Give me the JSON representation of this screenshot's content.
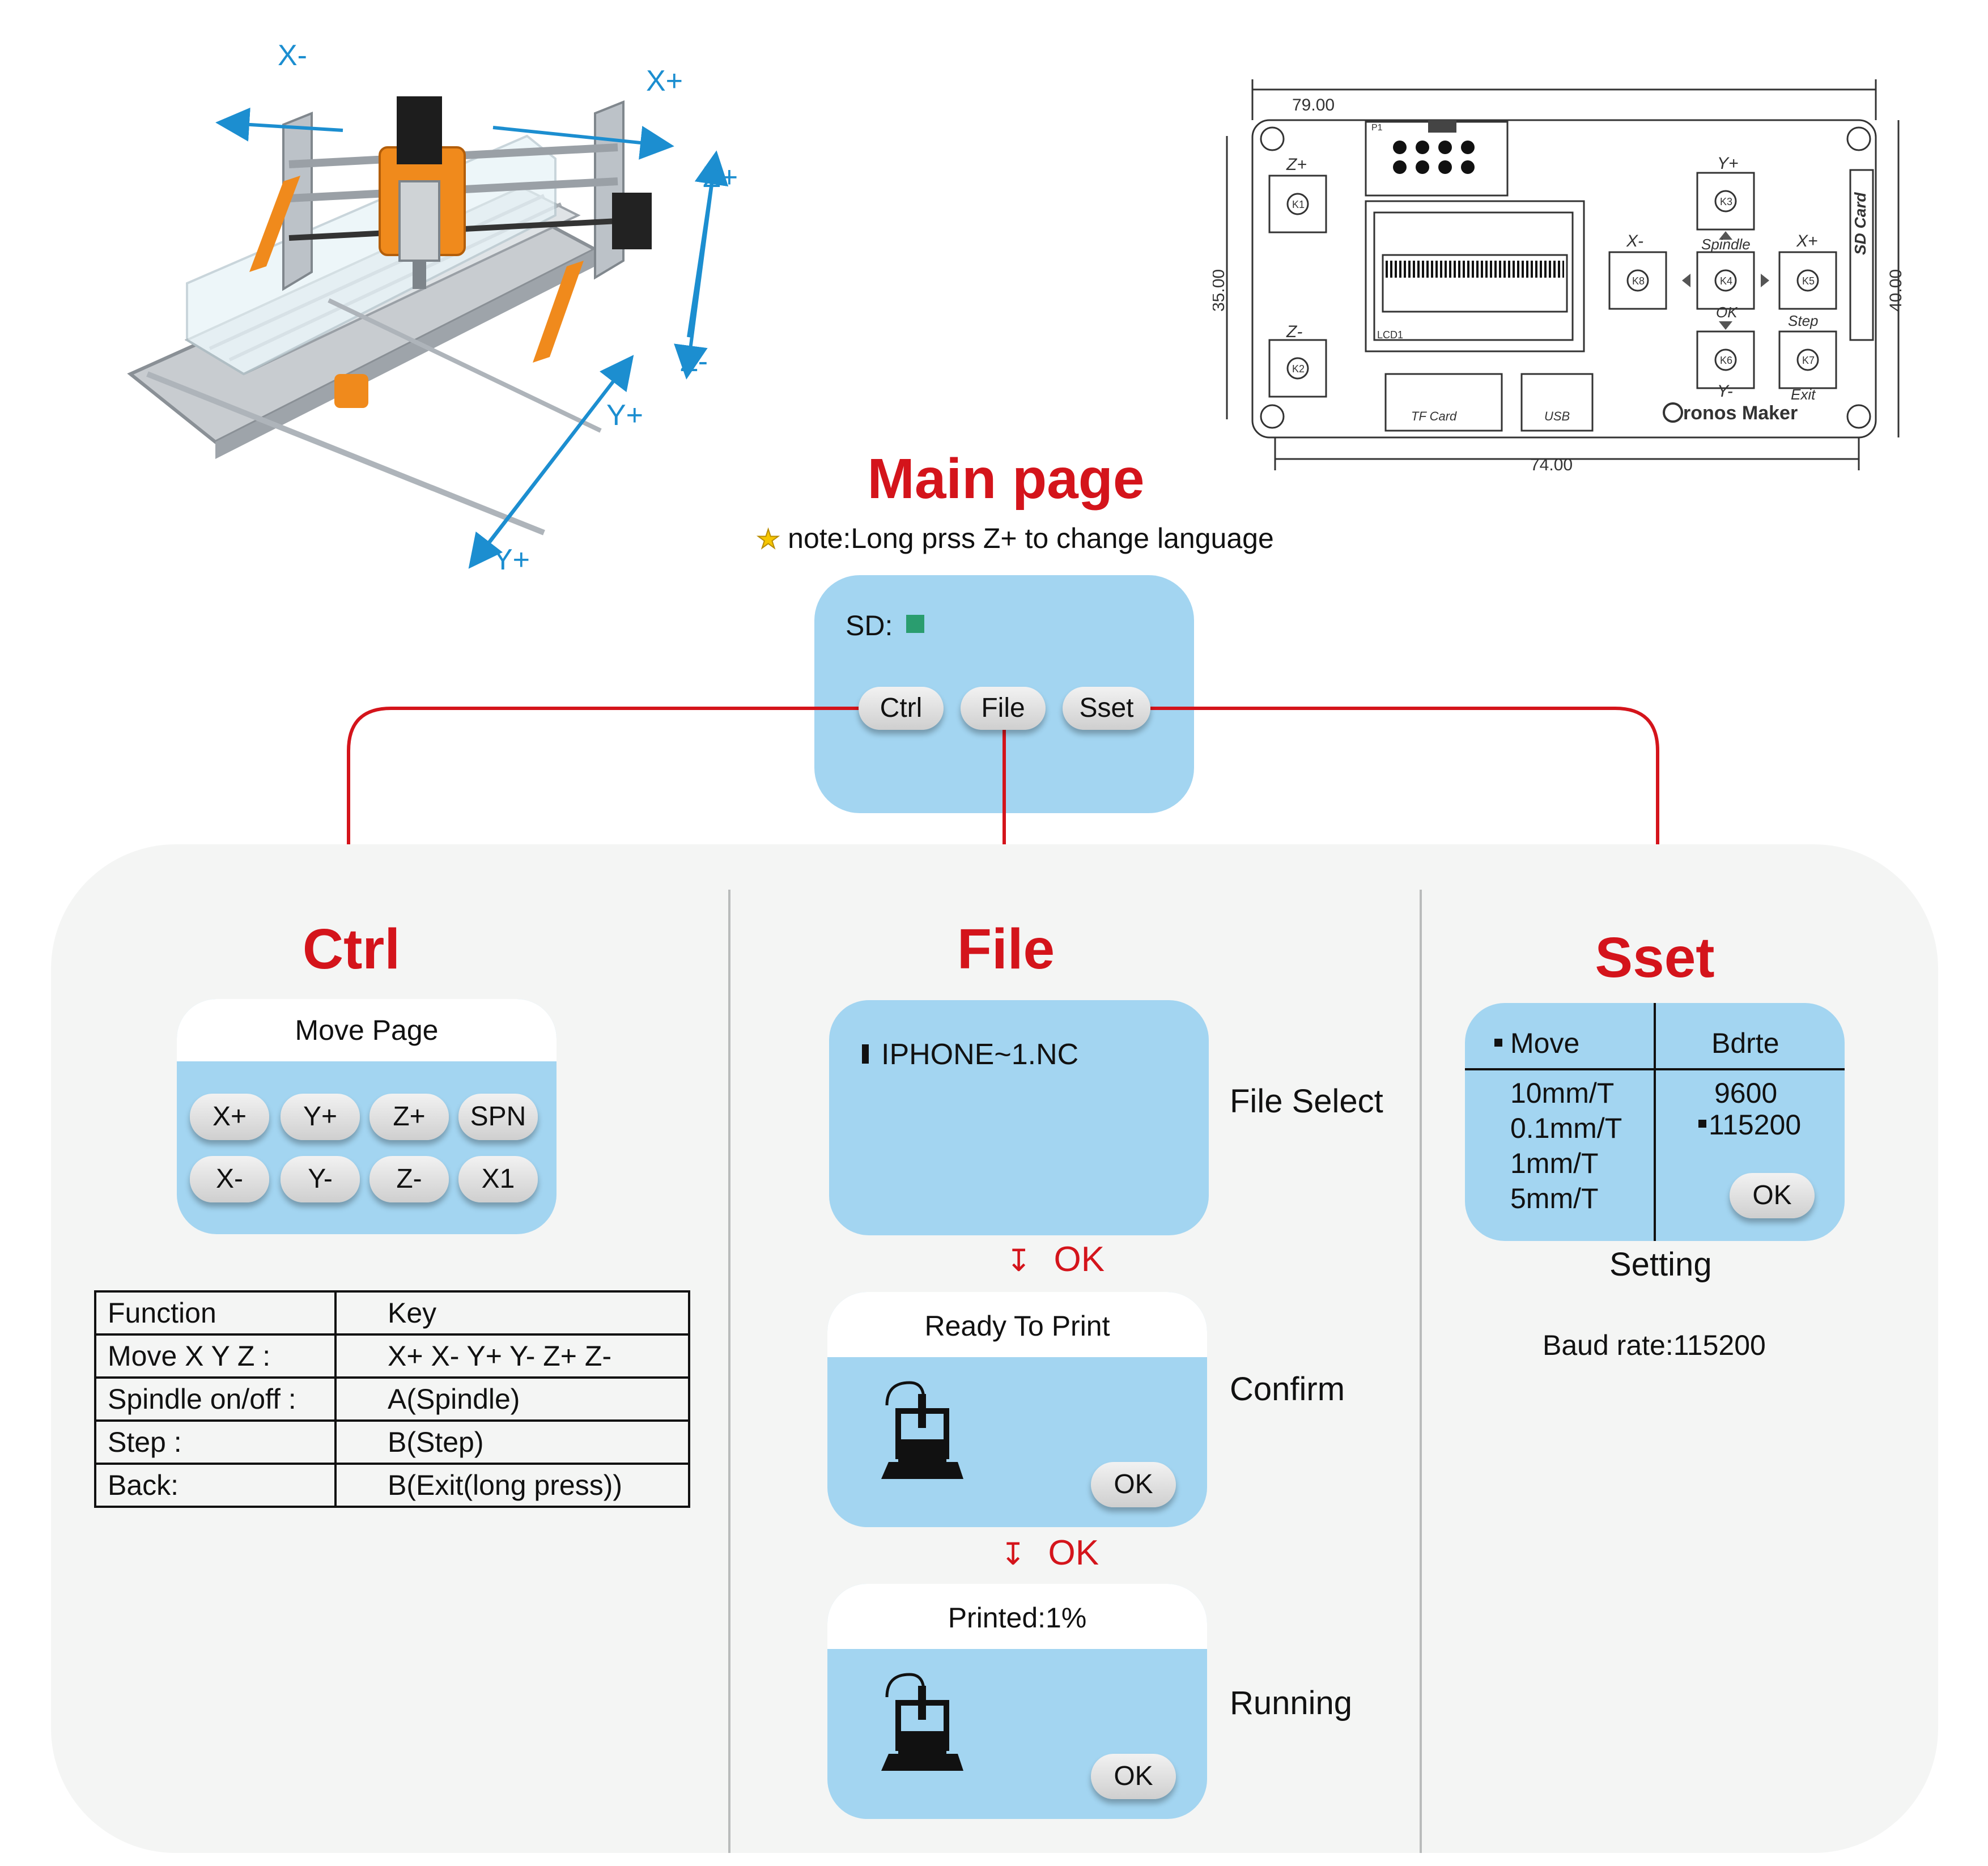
{
  "machine": {
    "axis_labels": [
      "X-",
      "X+",
      "Z+",
      "Z-",
      "Y+",
      "Y+"
    ]
  },
  "board": {
    "dims": {
      "width_top": "79.00",
      "width_bottom": "74.00",
      "height_left": "35.00",
      "height_right": "40.00"
    },
    "keys": {
      "k1": "K1",
      "k2": "K2",
      "k3": "K3",
      "k4": "K4",
      "k5": "K5",
      "k6": "K6",
      "k7": "K7",
      "k8": "K8"
    },
    "labels": {
      "z_plus": "Z+",
      "z_minus": "Z-",
      "y_plus": "Y+",
      "y_minus": "Y-",
      "x_plus": "X+",
      "x_minus": "X-",
      "spindle": "Spindle",
      "ok": "OK",
      "step": "Step",
      "exit": "Exit",
      "sd_card": "SD Card",
      "tf_card": "TF Card",
      "usb": "USB",
      "lcd": "LCD1",
      "p1": "P1",
      "brand": "ronos Maker"
    }
  },
  "main": {
    "title": "Main page",
    "note": "note:Long prss Z+ to change language",
    "sd_label": "SD:",
    "buttons": {
      "ctrl": "Ctrl",
      "file": "File",
      "sset": "Sset"
    }
  },
  "ctrl": {
    "title": "Ctrl",
    "screen_title": "Move Page",
    "keys_row1": [
      "X+",
      "Y+",
      "Z+",
      "SPN"
    ],
    "keys_row2": [
      "X-",
      "Y-",
      "Z-",
      "X1"
    ],
    "table": {
      "header": [
        "Function",
        "Key"
      ],
      "rows": [
        [
          "Move X Y Z :",
          "X+ X- Y+ Y- Z+ Z-"
        ],
        [
          "Spindle on/off :",
          "A(Spindle)"
        ],
        [
          "Step :",
          "B(Step)"
        ],
        [
          "Back:",
          "B(Exit(long press))"
        ]
      ]
    }
  },
  "file": {
    "title": "File",
    "file_name": "IPHONE~1.NC",
    "file_select_label": "File Select",
    "ok_step_1": "OK",
    "ready_title": "Ready To Print",
    "ready_ok": "OK",
    "confirm_label": "Confirm",
    "ok_step_2": "OK",
    "printed_title": "Printed:1%",
    "printed_ok": "OK",
    "running_label": "Running"
  },
  "sset": {
    "title": "Sset",
    "col1_header": "Move",
    "col2_header": "Bdrte",
    "moves": [
      "10mm/T",
      "0.1mm/T",
      "1mm/T",
      "5mm/T"
    ],
    "bauds": [
      "9600",
      "115200"
    ],
    "ok": "OK",
    "setting_label": "Setting",
    "baud_note": "Baud rate:115200"
  },
  "colors": {
    "accent_red": "#d4141b",
    "lcd_blue": "#a3d5f1",
    "axis_blue": "#1c8ed0",
    "sd_green": "#2a9d6f"
  }
}
